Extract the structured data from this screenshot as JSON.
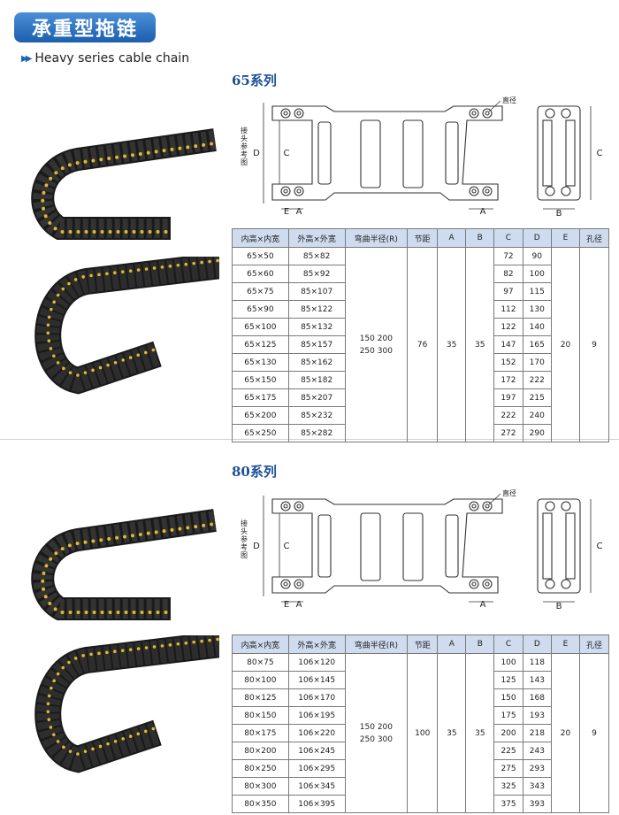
{
  "header": {
    "title": "承重型拖链",
    "subtitle": "Heavy series cable chain"
  },
  "columns": [
    "内高×内宽",
    "外高×外宽",
    "弯曲半径(R)",
    "节距",
    "A",
    "B",
    "C",
    "D",
    "E",
    "孔径"
  ],
  "diagram_labels": {
    "hole": "直径",
    "joint_ref": [
      "接",
      "头",
      "参",
      "考",
      "图"
    ],
    "D": "D",
    "C": "C",
    "E": "E",
    "A": "A",
    "B": "B"
  },
  "series": [
    {
      "title": "65系列",
      "radius": [
        "150 200",
        "250 300"
      ],
      "pitch": "76",
      "A": "35",
      "B": "35",
      "E": "20",
      "hole": "9",
      "rows": [
        {
          "inner": "65×50",
          "outer": "85×82",
          "C": "72",
          "D": "90"
        },
        {
          "inner": "65×60",
          "outer": "85×92",
          "C": "82",
          "D": "100"
        },
        {
          "inner": "65×75",
          "outer": "85×107",
          "C": "97",
          "D": "115"
        },
        {
          "inner": "65×90",
          "outer": "85×122",
          "C": "112",
          "D": "130"
        },
        {
          "inner": "65×100",
          "outer": "85×132",
          "C": "122",
          "D": "140"
        },
        {
          "inner": "65×125",
          "outer": "85×157",
          "C": "147",
          "D": "165"
        },
        {
          "inner": "65×130",
          "outer": "85×162",
          "C": "152",
          "D": "170"
        },
        {
          "inner": "65×150",
          "outer": "85×182",
          "C": "172",
          "D": "222"
        },
        {
          "inner": "65×175",
          "outer": "85×207",
          "C": "197",
          "D": "215"
        },
        {
          "inner": "65×200",
          "outer": "85×232",
          "C": "222",
          "D": "240"
        },
        {
          "inner": "65×250",
          "outer": "85×282",
          "C": "272",
          "D": "290"
        }
      ]
    },
    {
      "title": "80系列",
      "radius": [
        "150 200",
        "250 300"
      ],
      "pitch": "100",
      "A": "35",
      "B": "35",
      "E": "20",
      "hole": "9",
      "rows": [
        {
          "inner": "80×75",
          "outer": "106×120",
          "C": "100",
          "D": "118"
        },
        {
          "inner": "80×100",
          "outer": "106×145",
          "C": "125",
          "D": "143"
        },
        {
          "inner": "80×125",
          "outer": "106×170",
          "C": "150",
          "D": "168"
        },
        {
          "inner": "80×150",
          "outer": "106×195",
          "C": "175",
          "D": "193"
        },
        {
          "inner": "80×175",
          "outer": "106×220",
          "C": "200",
          "D": "218"
        },
        {
          "inner": "80×200",
          "outer": "106×245",
          "C": "225",
          "D": "243"
        },
        {
          "inner": "80×250",
          "outer": "106×295",
          "C": "275",
          "D": "293"
        },
        {
          "inner": "80×300",
          "outer": "106×345",
          "C": "325",
          "D": "343"
        },
        {
          "inner": "80×350",
          "outer": "106×395",
          "C": "375",
          "D": "393"
        }
      ]
    }
  ]
}
